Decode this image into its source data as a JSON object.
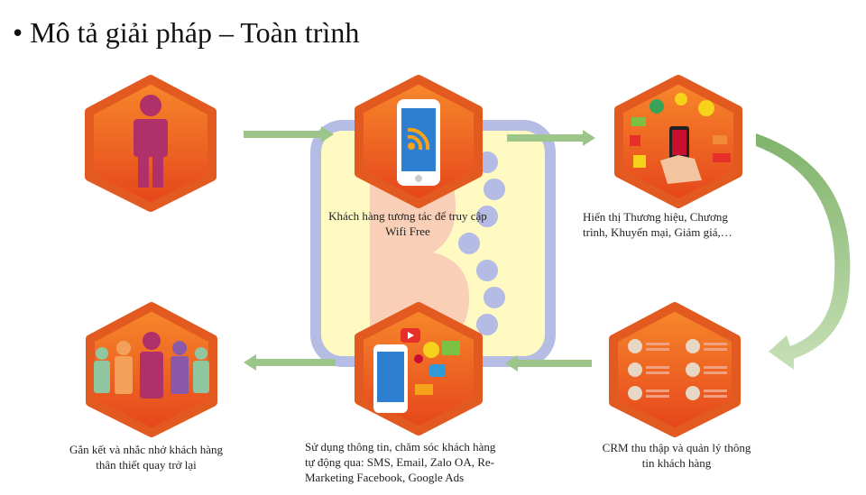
{
  "slide": {
    "bullet": "•",
    "title": "Mô tả giải pháp – Toàn trình"
  },
  "colors": {
    "hex_top": "#f26a21",
    "hex_bottom": "#e84a1c",
    "arrow": "#9cc58a",
    "person_purple": "#b0306a",
    "watermark_blue": "#8f9ad6",
    "watermark_yellow": "#fff7b0",
    "watermark_red": "#f08a8a"
  },
  "steps": [
    {
      "id": "customer",
      "icon": "person-icon",
      "caption": []
    },
    {
      "id": "wifi",
      "icon": "smartphone-wifi-icon",
      "caption": [
        "Khách hàng tương tác để truy cập",
        "Wifi Free"
      ]
    },
    {
      "id": "brand",
      "icon": "promotion-hand-icon",
      "caption": [
        "Hiển thị Thương hiệu, Chương",
        "trình, Khuyến mại, Giảm giá,…"
      ]
    },
    {
      "id": "crm",
      "icon": "crm-contacts-icon",
      "caption": [
        "CRM thu thập và quản lý thông",
        "tin khách hàng"
      ]
    },
    {
      "id": "marketing",
      "icon": "social-media-icon",
      "caption": [
        "Sử dụng thông tin, chăm sóc khách hàng",
        "tự động qua: SMS, Email, Zalo OA, Re-",
        "Marketing Facebook, Google Ads"
      ]
    },
    {
      "id": "loyalty",
      "icon": "people-group-icon",
      "caption": [
        "Gắn kết và nhắc nhở  khách hàng",
        "thân thiết quay trở lại"
      ]
    }
  ]
}
